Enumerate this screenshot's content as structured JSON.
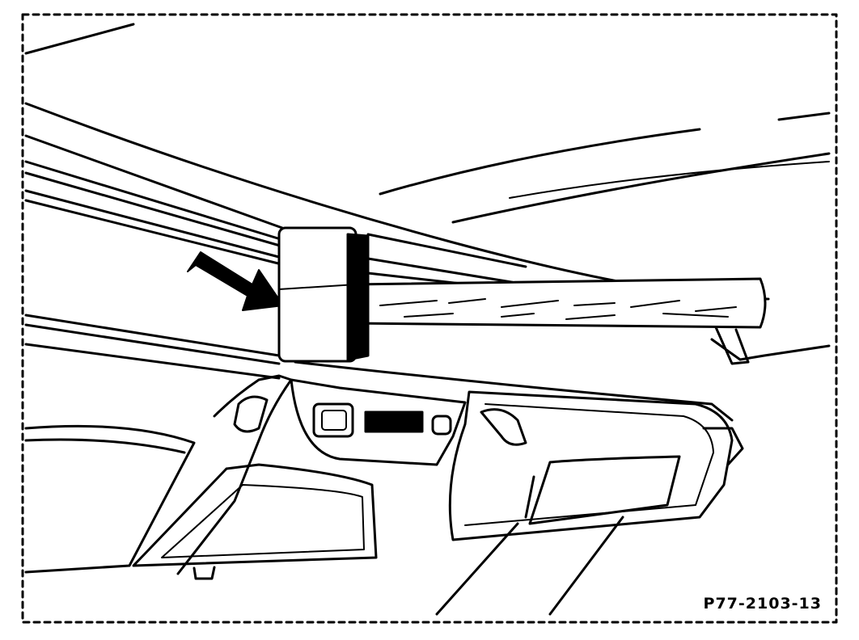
{
  "figure": {
    "reference_code": "P77-2103-13",
    "colors": {
      "ink": "#000000",
      "paper": "#ffffff",
      "handle": "#ffffff"
    },
    "components": [
      "roof-headliner",
      "windshield-frame",
      "hammer",
      "push-direction-arrow",
      "sun-visor-left",
      "sun-visor-right",
      "interior-mirror",
      "overhead-console"
    ]
  }
}
